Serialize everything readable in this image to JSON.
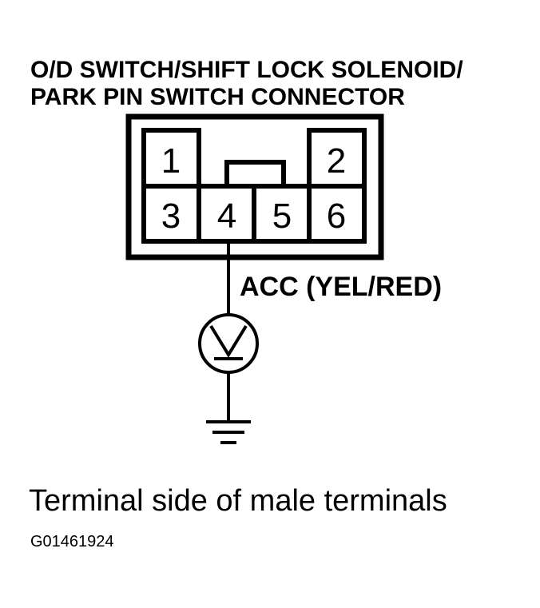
{
  "title": {
    "line1": "O/D SWITCH/SHIFT LOCK SOLENOID/",
    "line2": "PARK PIN SWITCH CONNECTOR"
  },
  "connector": {
    "pins": [
      {
        "id": "pin-1",
        "label": "1"
      },
      {
        "id": "pin-2",
        "label": "2"
      },
      {
        "id": "pin-3",
        "label": "3"
      },
      {
        "id": "pin-4",
        "label": "4"
      },
      {
        "id": "pin-5",
        "label": "5"
      },
      {
        "id": "pin-6",
        "label": "6"
      }
    ]
  },
  "wire": {
    "label": "ACC (YEL/RED)"
  },
  "meter": {
    "symbol": "V"
  },
  "caption": "Terminal side of male terminals",
  "figure_code": "G01461924"
}
